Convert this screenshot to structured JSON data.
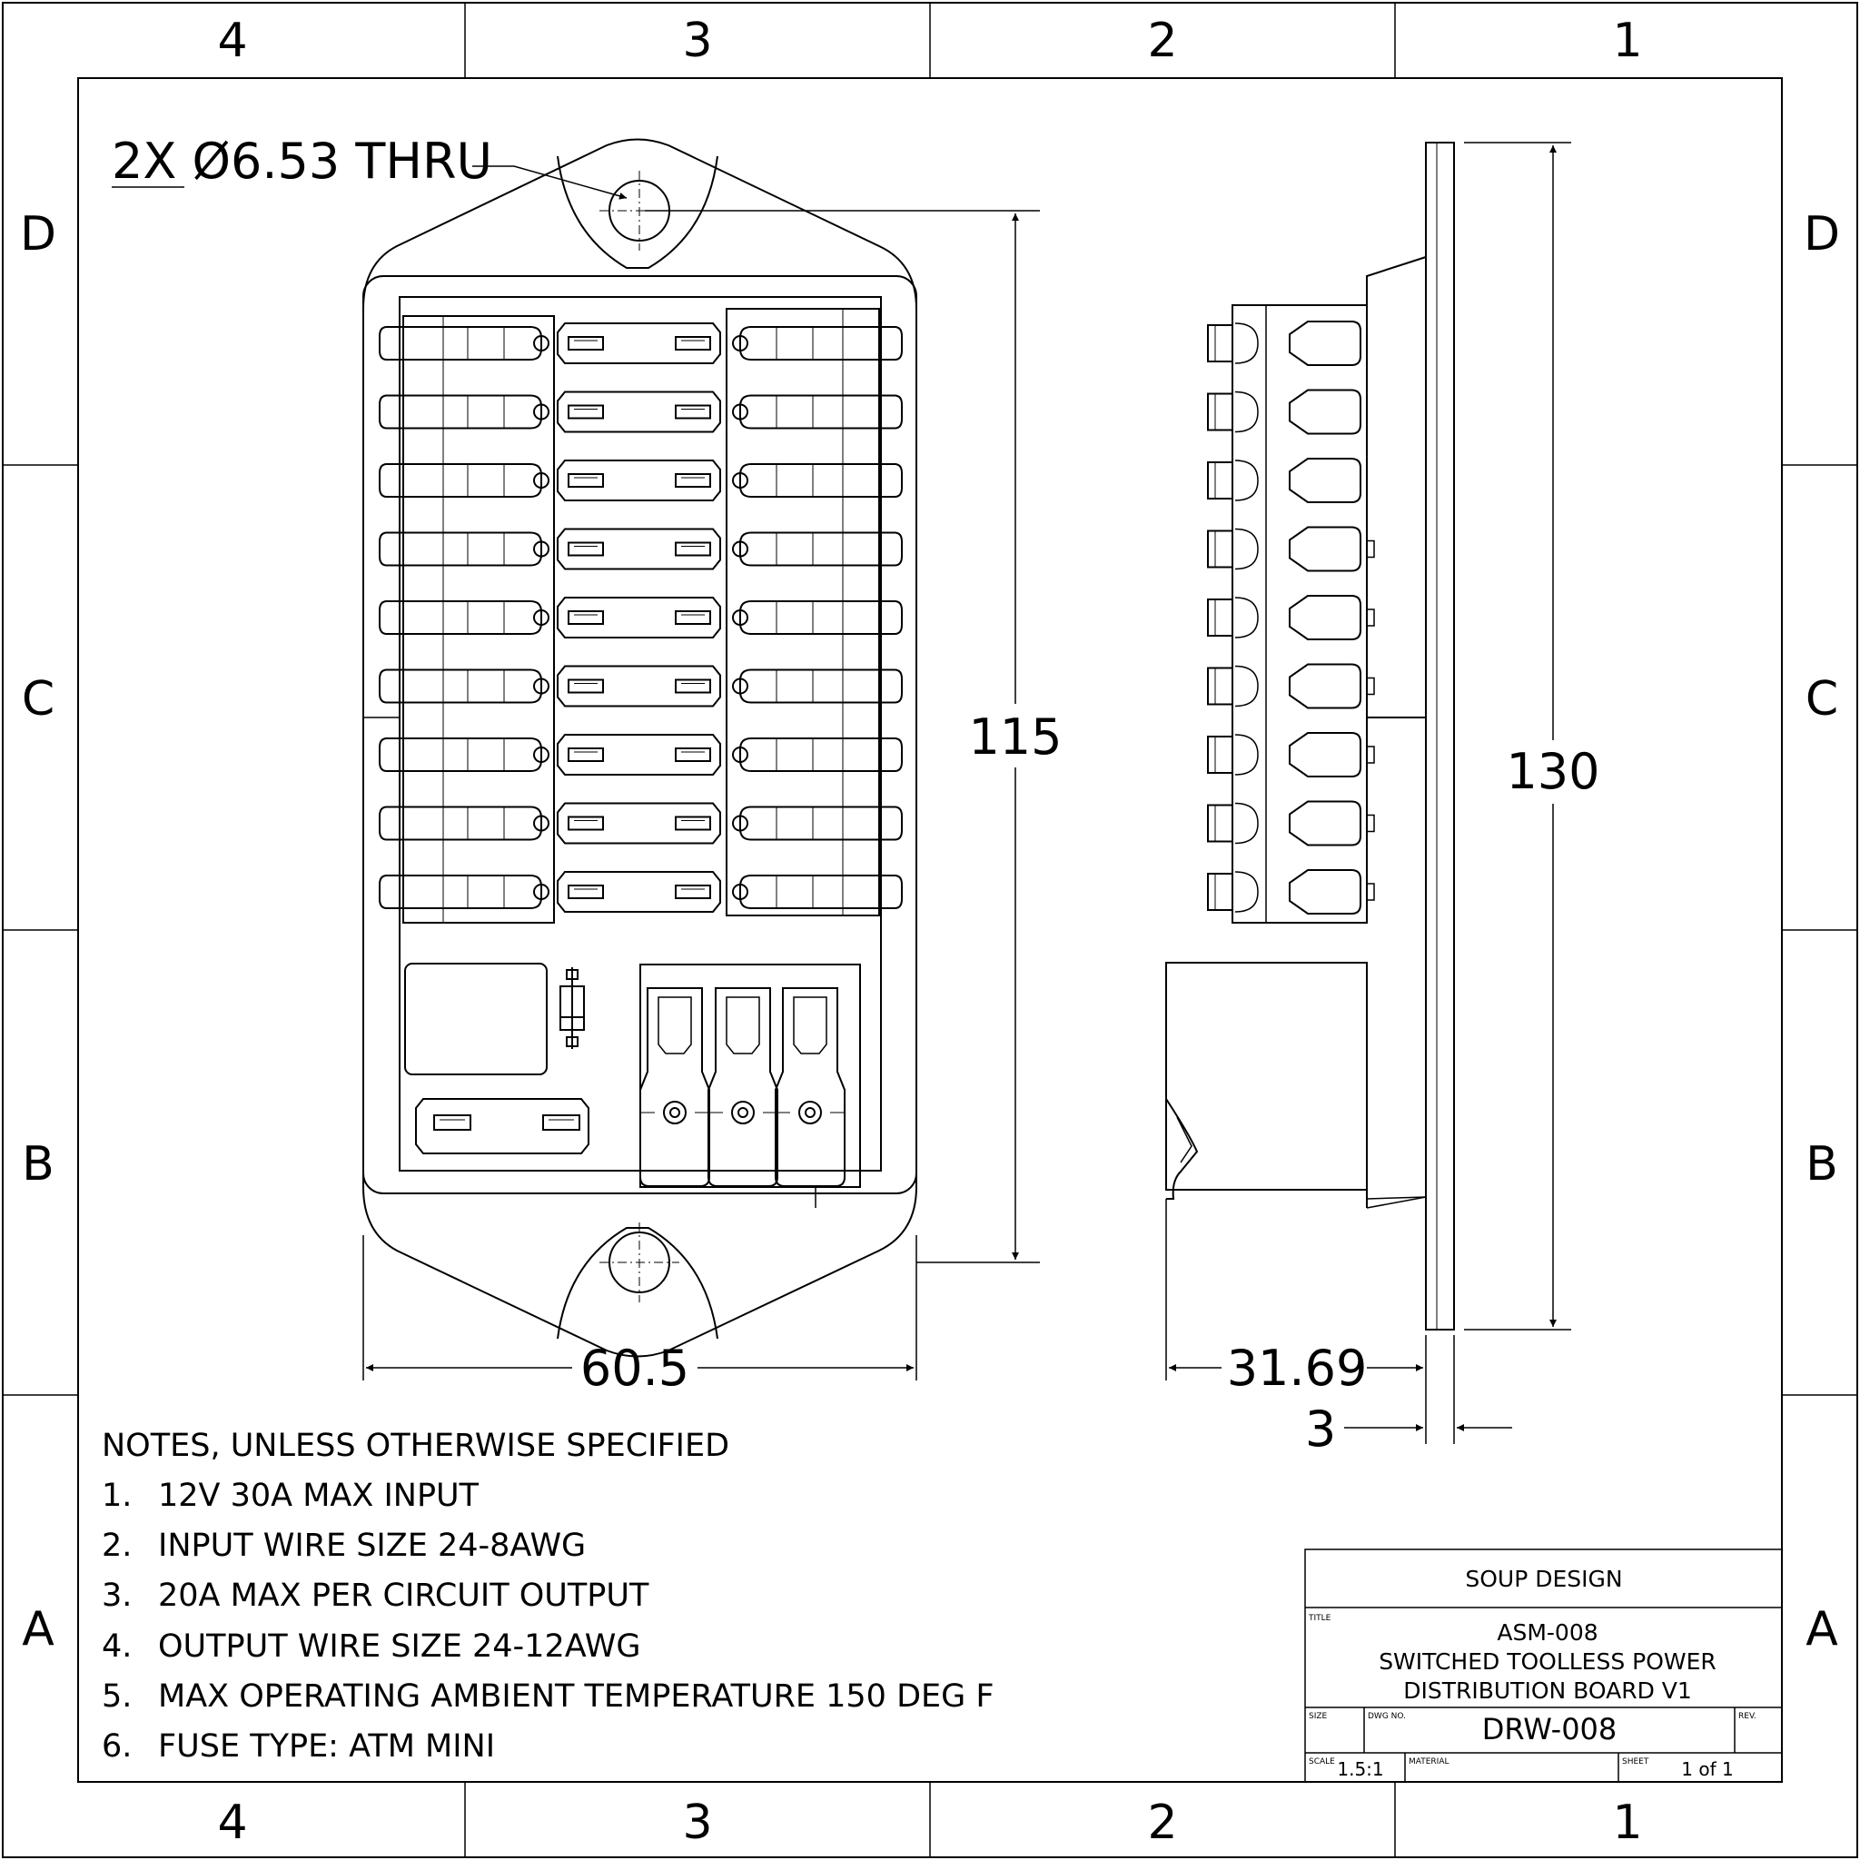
{
  "zones": {
    "columns_top": [
      "4",
      "3",
      "2",
      "1"
    ],
    "columns_bottom": [
      "4",
      "3",
      "2",
      "1"
    ],
    "rows_left": [
      "D",
      "C",
      "B",
      "A"
    ],
    "rows_right": [
      "D",
      "C",
      "B",
      "A"
    ]
  },
  "callouts": {
    "hole": "2X Ø6.53 THRU"
  },
  "dimensions": {
    "front_height": "115",
    "front_width": "60.5",
    "side_height": "130",
    "side_depth": "31.69",
    "flange_thickness": "3"
  },
  "notes": {
    "heading": "NOTES, UNLESS OTHERWISE SPECIFIED",
    "items": [
      {
        "num": "1.",
        "text": "12V 30A MAX INPUT"
      },
      {
        "num": "2.",
        "text": "INPUT WIRE SIZE 24-8AWG"
      },
      {
        "num": "3.",
        "text": "20A MAX PER CIRCUIT OUTPUT"
      },
      {
        "num": "4.",
        "text": "OUTPUT WIRE SIZE 24-12AWG"
      },
      {
        "num": "5.",
        "text": "MAX OPERATING AMBIENT TEMPERATURE 150 DEG F"
      },
      {
        "num": "6.",
        "text": "FUSE TYPE: ATM MINI"
      }
    ]
  },
  "title_block": {
    "company": "SOUP DESIGN",
    "title_label": "TITLE",
    "title_lines": [
      "ASM-008",
      "SWITCHED TOOLLESS POWER",
      "DISTRIBUTION BOARD V1"
    ],
    "size_label": "SIZE",
    "dwg_label": "DWG NO.",
    "dwg_no": "DRW-008",
    "rev_label": "REV.",
    "scale_label": "SCALE",
    "scale": "1.5:1",
    "material_label": "MATERIAL",
    "sheet_label": "SHEET",
    "sheet": "1 of 1"
  }
}
